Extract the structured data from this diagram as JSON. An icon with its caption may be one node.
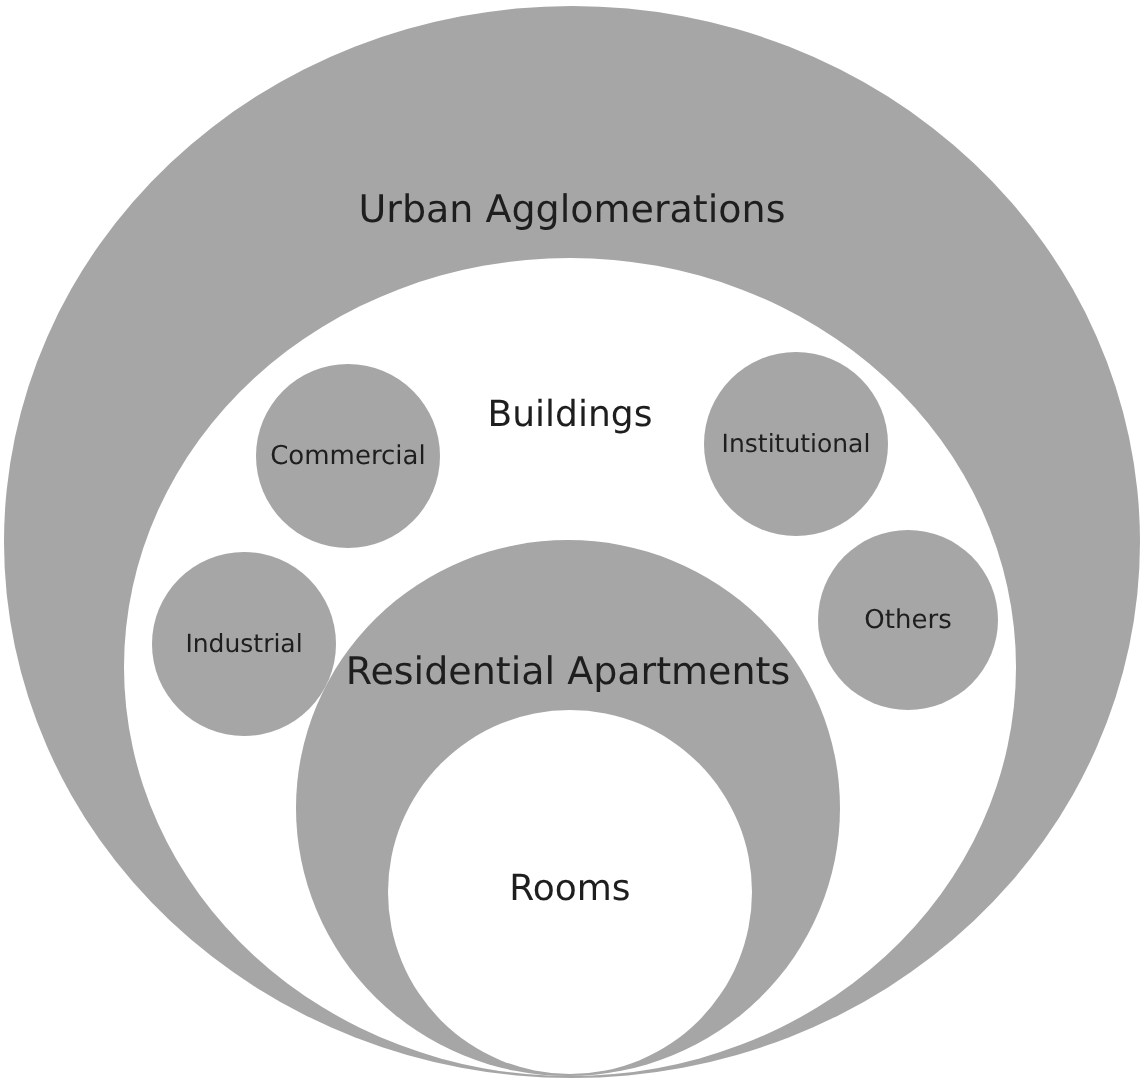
{
  "diagram": {
    "nodes": [
      {
        "text": [
          "Urban Agglomerations"
        ]
      },
      {
        "text": [
          "Buildings"
        ],
        "in": 0
      },
      {
        "text": [
          "Commercial"
        ],
        "in": 1
      },
      {
        "text": [
          "Institutional"
        ],
        "in": 1
      },
      {
        "text": [
          "Industrial"
        ],
        "in": 1
      },
      {
        "text": [
          "Others"
        ],
        "in": 1
      },
      {
        "text": [
          "Residential Apartments"
        ],
        "in": 1
      },
      {
        "text": [
          "Rooms"
        ],
        "in": 6
      }
    ]
  }
}
